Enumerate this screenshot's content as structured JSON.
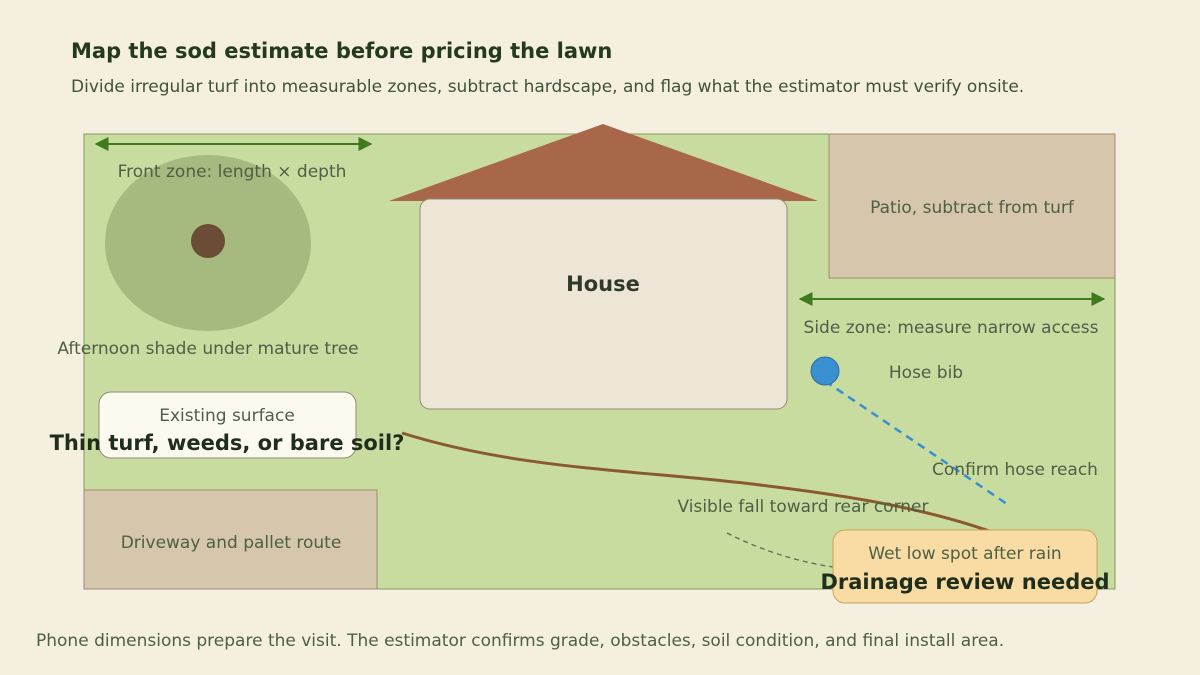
{
  "header": {
    "title": "Map the sod estimate before pricing the lawn",
    "subtitle": "Divide irregular turf into measurable zones, subtract hardscape, and flag what the estimator must verify onsite."
  },
  "map": {
    "front_zone_label": "Front zone: length × depth",
    "tree_label": "Afternoon shade under mature tree",
    "house_label": "House",
    "patio_label": "Patio, subtract from turf",
    "side_zone_label": "Side zone: measure narrow access",
    "hose_bib_label": "Hose bib",
    "hose_reach_label": "Confirm hose reach",
    "existing_surface_title": "Existing surface",
    "existing_surface_question": "Thin turf, weeds, or bare soil?",
    "grade_label": "Visible fall toward rear corner",
    "driveway_label": "Driveway and pallet route",
    "wet_spot_title": "Wet low spot after rain",
    "wet_spot_note": "Drainage review needed"
  },
  "footer": {
    "note": "Phone dimensions prepare the visit. The estimator confirms grade, obstacles, soil condition, and final install area."
  },
  "colors": {
    "background": "#f5efe0",
    "lawn": "#c9dca0",
    "hardscape": "#d6c6ab",
    "roof": "#a9674a",
    "house": "#ede6d6",
    "shade": "#a6ba7f",
    "tree_trunk": "#6b4c36",
    "hose_bib": "#3a8fd1",
    "grade_line": "#8a5a2e",
    "arrow": "#3f7a1c",
    "wet_callout": "#f8dca3"
  }
}
